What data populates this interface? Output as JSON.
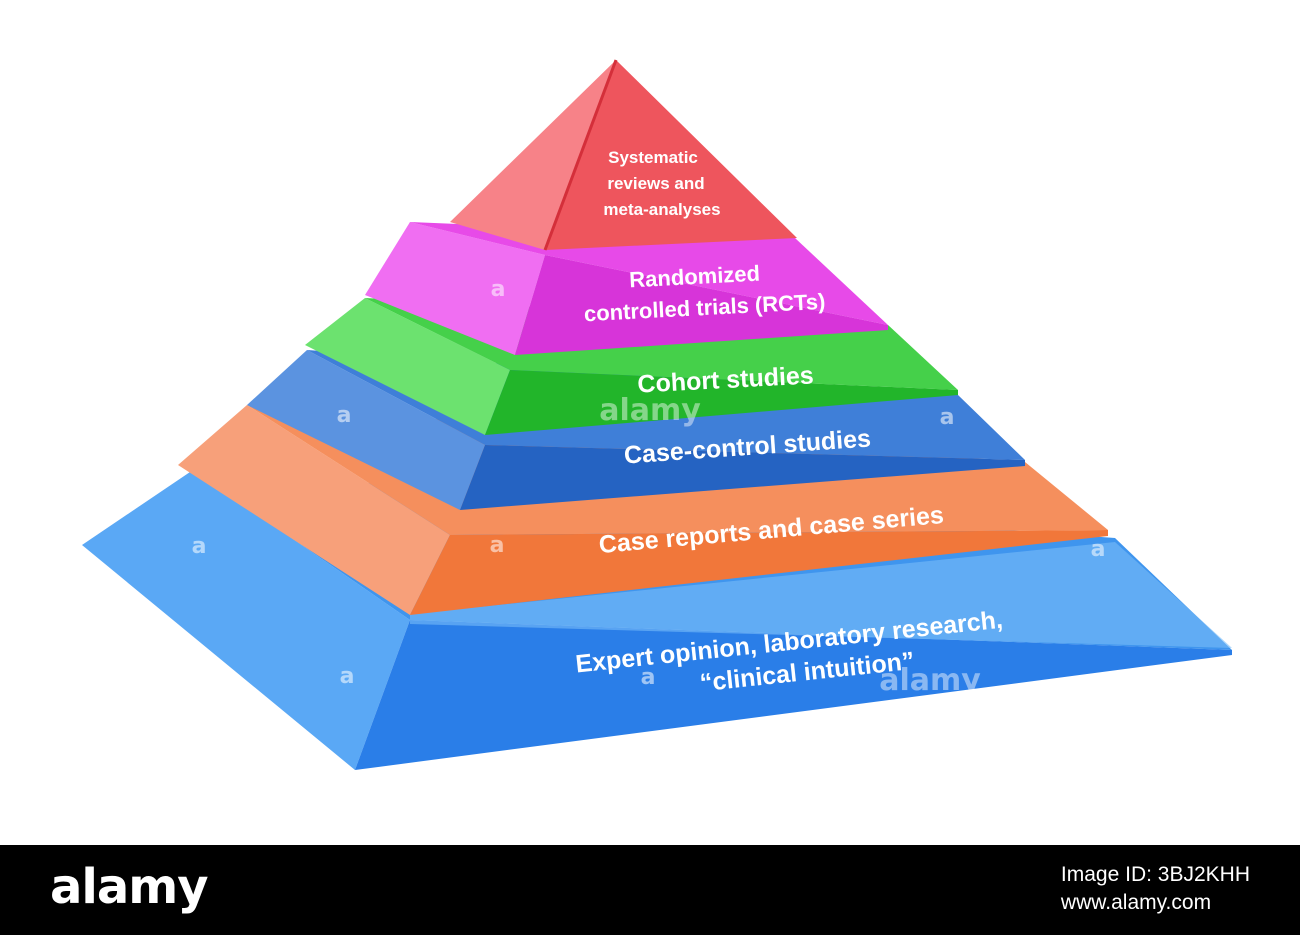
{
  "diagram": {
    "tiers": [
      {
        "id": "systematic-reviews",
        "lines": [
          "Systematic",
          "reviews and",
          "meta-analyses"
        ],
        "color": "#f05a62"
      },
      {
        "id": "rcts",
        "lines": [
          "Randomized",
          "controlled trials (RCTs)"
        ],
        "color": "#e13ee0"
      },
      {
        "id": "cohort",
        "lines": [
          "Cohort studies"
        ],
        "color": "#25c22c"
      },
      {
        "id": "case-control",
        "lines": [
          "Case-control studies"
        ],
        "color": "#2868c4"
      },
      {
        "id": "case-reports",
        "lines": [
          "Case reports and case series"
        ],
        "color": "#f27a3d"
      },
      {
        "id": "expert-opinion",
        "lines": [
          "Expert opinion, laboratory research,",
          "“clinical intuition”"
        ],
        "color": "#2e8ef2"
      }
    ]
  },
  "watermark": {
    "small": "a",
    "big": "alamy"
  },
  "footer": {
    "logo": "alamy",
    "image_id": "Image ID: 3BJ2KHH",
    "url": "www.alamy.com"
  }
}
